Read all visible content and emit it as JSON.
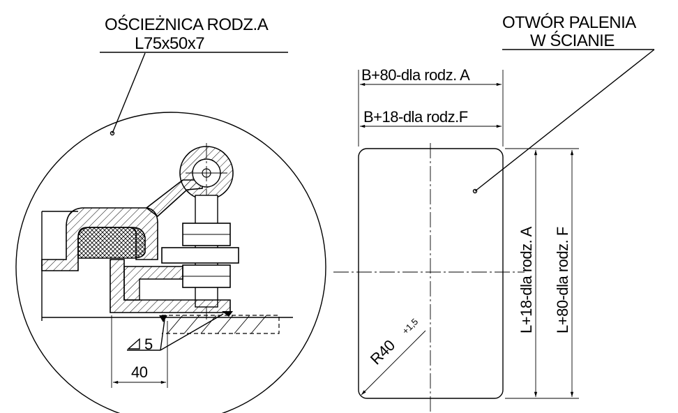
{
  "labels": {
    "frame_title_line1": "OŚCIEŻNICA RODZ.A",
    "frame_title_line2": "L75x50x7",
    "opening_title_line1": "OTWÓR PALENIA",
    "opening_title_line2": "W ŚCIANIE",
    "weld_size": "5",
    "dim_40": "40",
    "width_a": "B+80-dla rodz. A",
    "width_f": "B+18-dla rodz.F",
    "height_a": "L+18-dla rodz. A",
    "height_f": "L+80-dla rodz. F",
    "radius": "R40",
    "radius_tol": "+1,5"
  }
}
